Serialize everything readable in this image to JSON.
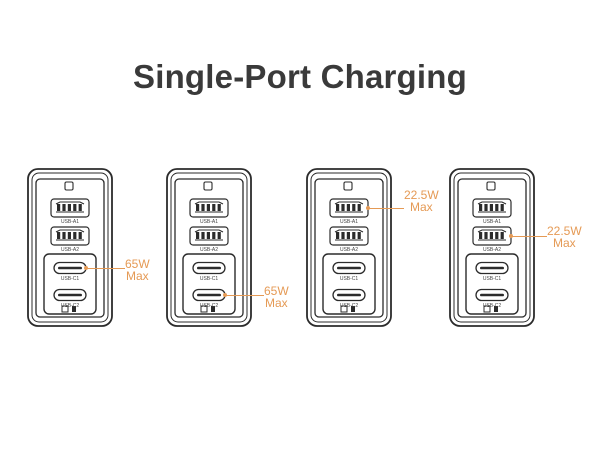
{
  "title": "Single-Port Charging",
  "colors": {
    "accent": "#e59a55",
    "outline": "#2b2b2b",
    "title": "#3a3a3a"
  },
  "port_labels": {
    "a1": "USB-A1",
    "a2": "USB-A2",
    "c1": "USB-C1",
    "c2": "USB-C2"
  },
  "chargers": [
    {
      "active_port": "c1",
      "callout": {
        "watt": "65W",
        "max": "Max"
      }
    },
    {
      "active_port": "c2",
      "callout": {
        "watt": "65W",
        "max": "Max"
      }
    },
    {
      "active_port": "a1",
      "callout": {
        "watt": "22.5W",
        "max": "Max"
      }
    },
    {
      "active_port": "a2",
      "callout": {
        "watt": "22.5W",
        "max": "Max"
      }
    }
  ]
}
